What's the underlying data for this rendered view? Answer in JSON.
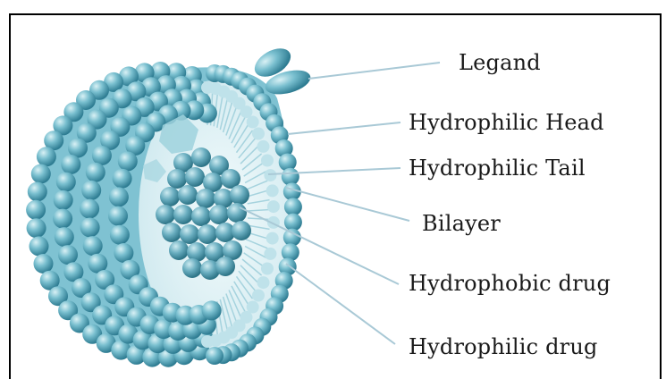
{
  "labels": {
    "ligand": "Legand",
    "hydrophilic_head": "Hydrophilic Head",
    "hydrophilic_tail": "Hydrophilic Tail",
    "bilayer": "Bilayer",
    "hydrophobic_drug": "Hydrophobic drug",
    "hydrophilic_drug": "Hydrophilic drug"
  },
  "colors": {
    "bead_light": "#bfe6ee",
    "bead_mid": "#6cb8c9",
    "bead_dark": "#2f7f95",
    "interior": "#e8f5f8",
    "leader_line": "#a9c9d6",
    "tail": "#cfe8ee"
  }
}
